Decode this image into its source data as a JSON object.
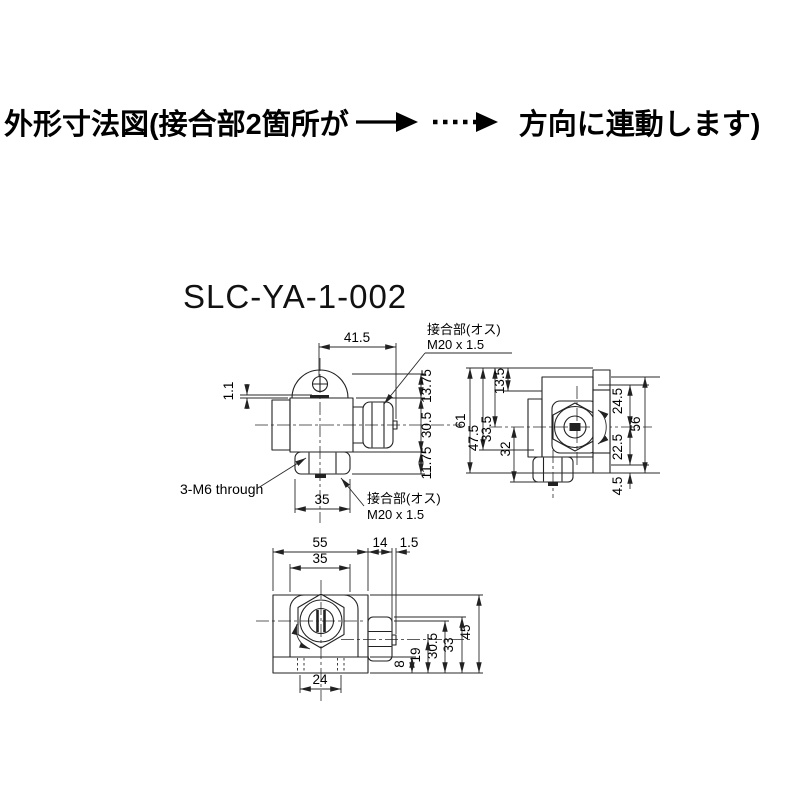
{
  "title": {
    "part1": "外形寸法図(接合部2箇所が",
    "part2": "方向に連動します)"
  },
  "model_label": "SLC-YA-1-002",
  "colors": {
    "background": "#ffffff",
    "line": "#222222",
    "text": "#000000"
  },
  "front": {
    "dim_width_top": "41.5",
    "dim_offset": "1.1",
    "dim_right_top": "13.75",
    "dim_right_mid": "30.5",
    "dim_right_bottom": "11.75",
    "dim_nut_width": "35",
    "joint_top_line1": "接合部(オス)",
    "joint_top_line2": "M20 x 1.5",
    "joint_bottom_line1": "接合部(オス)",
    "joint_bottom_line2": "M20 x 1.5",
    "note_m6": "3-M6 through"
  },
  "side": {
    "dim_total_height": "61",
    "dim_h_475": "47.5",
    "dim_h_335": "33.5",
    "dim_h_32": "32",
    "dim_h_135": "13.5",
    "dim_r_245": "24.5",
    "dim_r_225": "22.5",
    "dim_r_56": "56",
    "dim_r_45": "4.5"
  },
  "bottom": {
    "dim_w_55": "55",
    "dim_w_35": "35",
    "dim_w_14": "14",
    "dim_w_15": "1.5",
    "dim_h_45": "45",
    "dim_h_33": "33",
    "dim_h_305": "30.5",
    "dim_h_19": "19",
    "dim_h_8": "8",
    "dim_w_24": "24"
  }
}
